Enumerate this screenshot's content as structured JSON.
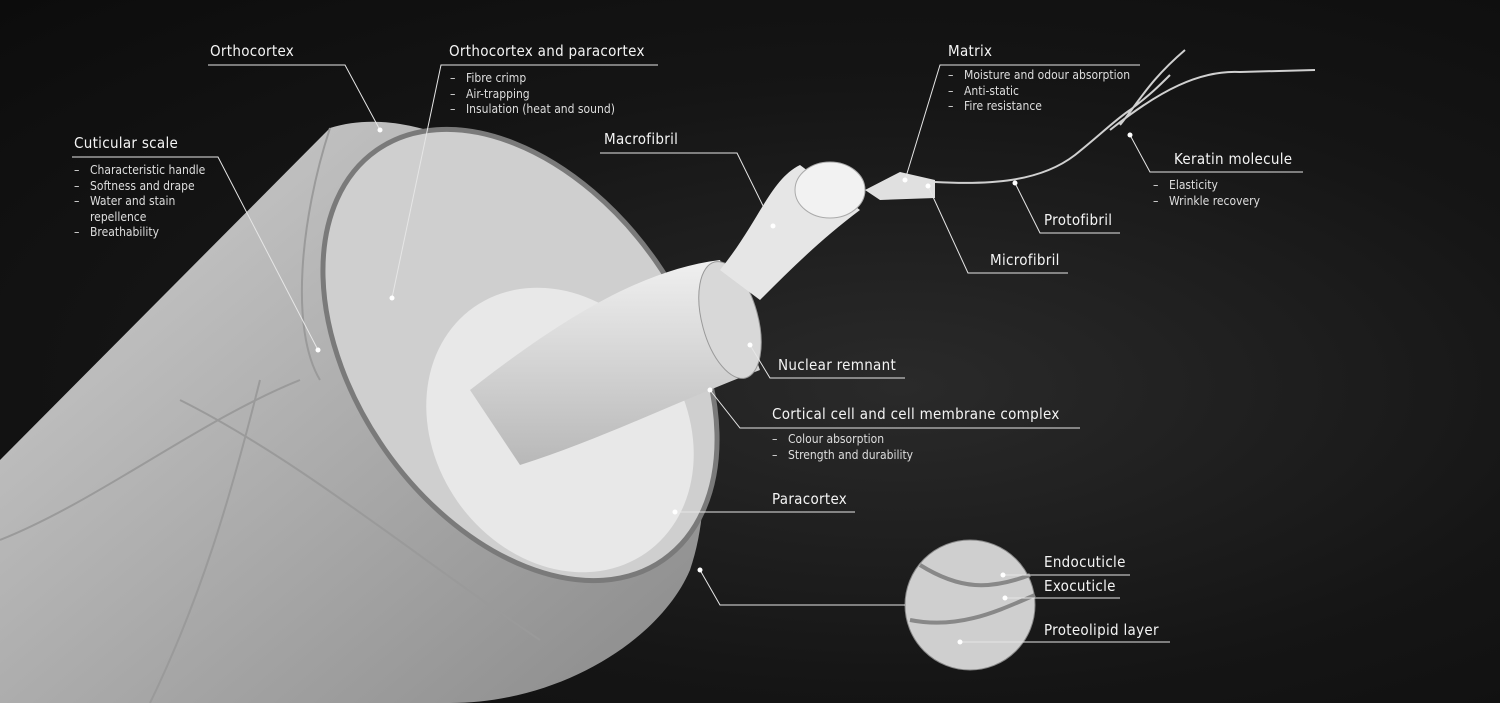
{
  "labels": {
    "orthocortex": {
      "title": "Orthocortex"
    },
    "ortho_para": {
      "title": "Orthocortex and paracortex",
      "items": [
        "Fibre crimp",
        "Air-trapping",
        "Insulation (heat and sound)"
      ]
    },
    "cuticular_scale": {
      "title": "Cuticular scale",
      "items": [
        "Characteristic handle",
        "Softness and drape",
        "Water and stain",
        "repellence",
        "Breathability"
      ]
    },
    "macrofibril": {
      "title": "Macrofibril"
    },
    "matrix": {
      "title": "Matrix",
      "items": [
        "Moisture and odour absorption",
        "Anti-static",
        "Fire resistance"
      ]
    },
    "keratin": {
      "title": "Keratin molecule",
      "items": [
        "Elasticity",
        "Wrinkle recovery"
      ]
    },
    "protofibril": {
      "title": "Protofibril"
    },
    "microfibril": {
      "title": "Microfibril"
    },
    "nuclear_remnant": {
      "title": "Nuclear remnant"
    },
    "cortical_cell": {
      "title": "Cortical cell and cell membrane complex",
      "items": [
        "Colour absorption",
        "Strength and durability"
      ]
    },
    "paracortex": {
      "title": "Paracortex"
    },
    "endocuticle": {
      "title": "Endocuticle"
    },
    "exocuticle": {
      "title": "Exocuticle"
    },
    "proteolipid": {
      "title": "Proteolipid layer"
    }
  },
  "colors": {
    "background": "#151515",
    "fibre": "#bdbdbd",
    "lines": "#e6e6e6"
  }
}
